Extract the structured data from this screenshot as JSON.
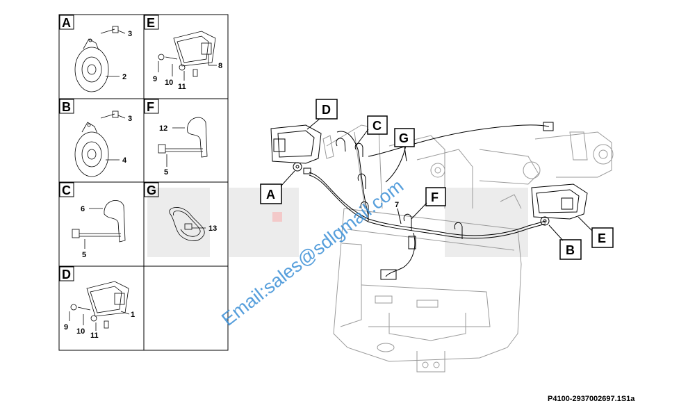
{
  "diagram": {
    "reference_code": "P4100-2937002697.1S1a",
    "watermark": "Email:sales@sdlgmail.com",
    "panels": [
      {
        "letter": "A",
        "numbers": [
          "3",
          "2"
        ]
      },
      {
        "letter": "E",
        "numbers": [
          "8",
          "9",
          "10",
          "11"
        ]
      },
      {
        "letter": "B",
        "numbers": [
          "3",
          "4"
        ]
      },
      {
        "letter": "F",
        "numbers": [
          "12",
          "5"
        ]
      },
      {
        "letter": "C",
        "numbers": [
          "6",
          "5"
        ]
      },
      {
        "letter": "G",
        "numbers": [
          "13"
        ]
      },
      {
        "letter": "D",
        "numbers": [
          "1",
          "9",
          "10",
          "11"
        ]
      }
    ],
    "callouts": {
      "A": "A",
      "B": "B",
      "C": "C",
      "D": "D",
      "E": "E",
      "F": "F",
      "G": "G",
      "harness": "7"
    }
  }
}
